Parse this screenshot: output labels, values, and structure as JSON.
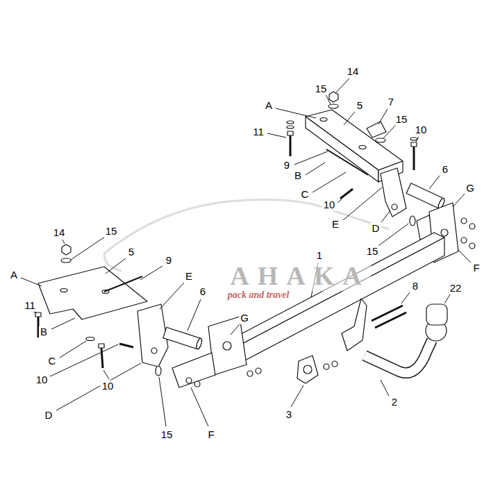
{
  "diagram": {
    "labels": [
      "14",
      "15",
      "A",
      "5",
      "7",
      "15",
      "11",
      "10",
      "9",
      "6",
      "B",
      "G",
      "C",
      "10",
      "E",
      "D",
      "14",
      "15",
      "15",
      "5",
      "9",
      "1",
      "AHAKA",
      "F",
      "A",
      "E",
      "8",
      "22",
      "6",
      "pack and travel",
      "11",
      "G",
      "B",
      "C",
      "10",
      "10",
      "2",
      "3",
      "D",
      "15",
      "F"
    ]
  }
}
